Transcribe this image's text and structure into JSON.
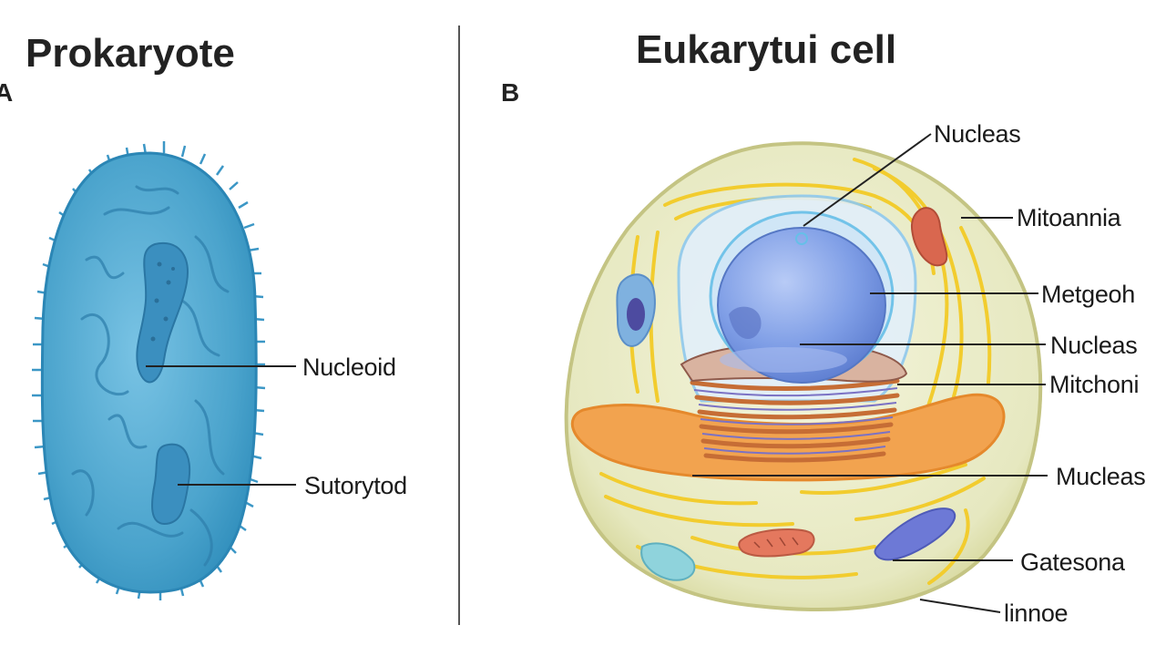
{
  "left_panel": {
    "title": "Prokaryote",
    "letter": "A",
    "labels": {
      "nucleoid": "Nucleoid",
      "second": "Sutorytod"
    }
  },
  "right_panel": {
    "title": "Eukarytui cell",
    "letter": "B",
    "labels": {
      "nucleas_top": "Nucleas",
      "mitoannia": "Mitoannia",
      "metgeoh": "Metgeoh",
      "nucleas_mid": "Nucleas",
      "mitchoni": "Mitchoni",
      "mucleas": "Mucleas",
      "gatesona": "Gatesona",
      "linnoe": "linnoe"
    }
  },
  "colors": {
    "prokaryote_body": "#4aa3cc",
    "prokaryote_edge": "#2b86b5",
    "cell_cytoplasm": "#e9ebc6",
    "cell_membrane": "#c9c98a",
    "nucleus": "#7b9ce8",
    "er_orange": "#f0a04a",
    "yellow_strands": "#f5d23a",
    "mitochondria_red": "#d96a55",
    "vesicle_purple": "#6f78d6"
  }
}
